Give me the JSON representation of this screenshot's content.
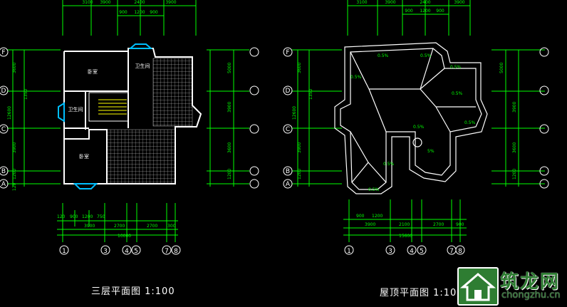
{
  "left_plan": {
    "title": "三层平面图  1:100",
    "top_dims_row1": [
      "3100",
      "3900",
      "2400",
      "3900"
    ],
    "top_dims_row2": [
      "900",
      "1200",
      "900"
    ],
    "rooms": [
      "卧室",
      "卧室",
      "卫生间",
      "卫生间"
    ],
    "left_dims": [
      "3600",
      "1350",
      "12600",
      "3900",
      "1200",
      "120"
    ],
    "right_dims": [
      "5000",
      "3900",
      "3600",
      "1200"
    ],
    "bottom_dims_row1": [
      "120",
      "900",
      "1200",
      "750",
      "2700",
      "2700",
      "300"
    ],
    "bottom_dims_row2": [
      "3900",
      "10000"
    ],
    "axis_bottom": [
      "1",
      "3",
      "4",
      "5",
      "7",
      "8"
    ],
    "axis_left": [
      "F",
      "D",
      "C",
      "B",
      "A"
    ]
  },
  "right_plan": {
    "title": "屋顶平面图  1:100",
    "top_dims_row1": [
      "3100",
      "3900",
      "2400",
      "3900"
    ],
    "top_dims_row2": [
      "900",
      "1200",
      "900"
    ],
    "slopes": [
      "0.5%",
      "0.5%",
      "0.5%",
      "0.5%",
      "0.5%",
      "0.5%",
      "0.5%",
      "0.5%",
      "0.5%",
      "5%"
    ],
    "left_dims": [
      "3600",
      "1350",
      "12600",
      "3900",
      "1200"
    ],
    "right_dims": [
      "5000",
      "3900",
      "3600",
      "1200"
    ],
    "bottom_dims_row1": [
      "900",
      "1200",
      "2100",
      "2700",
      "900"
    ],
    "bottom_dims_row2": [
      "3900",
      "15600"
    ],
    "axis_bottom": [
      "1",
      "3",
      "4",
      "5",
      "7",
      "8"
    ],
    "axis_left": [
      "F",
      "D",
      "C",
      "B",
      "A"
    ]
  },
  "watermark": {
    "cn": "筑龙网",
    "url": "chongzhu.cn"
  },
  "colors": {
    "dims": "#00ff00",
    "walls": "#ffffff",
    "axis": "#ffffff",
    "stairs": "#ffff00",
    "window": "#00bfff"
  }
}
